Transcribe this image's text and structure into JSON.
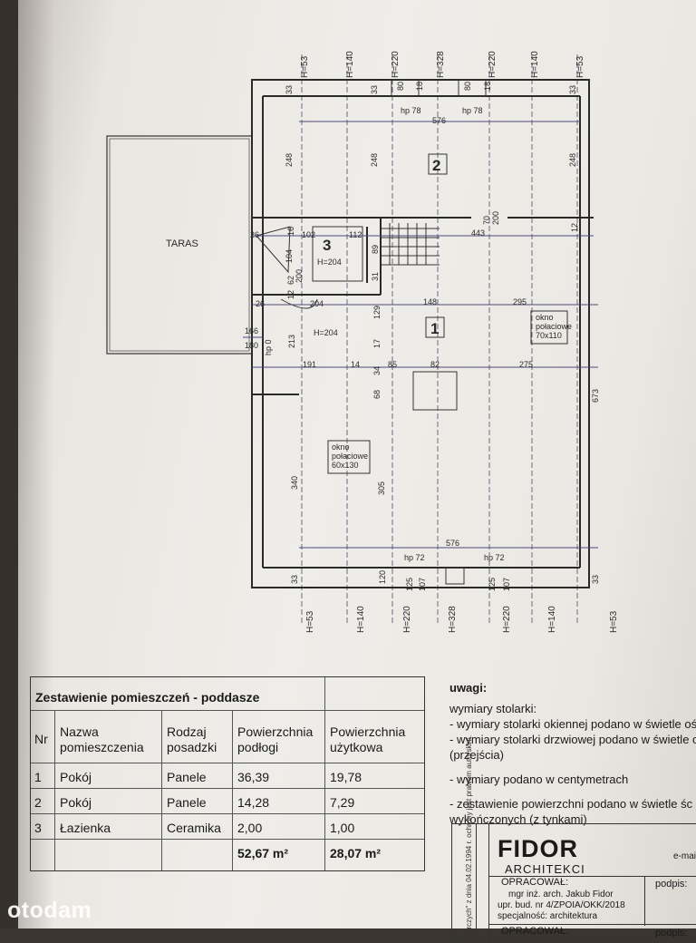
{
  "plan": {
    "heights_top": [
      "H=53",
      "H=140",
      "H=220",
      "H=328",
      "H=220",
      "H=140",
      "H=53"
    ],
    "heights_bottom": [
      "H=53",
      "H=140",
      "H=220",
      "H=328",
      "H=220",
      "H=140",
      "H=53"
    ],
    "taras": "TARAS",
    "room2_number": "2",
    "room1_number": "1",
    "room3_number": "3",
    "dims": {
      "d33a": "33",
      "d33b": "33",
      "d33c": "33",
      "d80a": "80",
      "d18a": "18",
      "d80b": "80",
      "d18b": "18",
      "hp78a": "hp 78",
      "hp78b": "hp 78",
      "d576top": "576",
      "d248a": "248",
      "d248b": "248",
      "d248c": "248",
      "d70": "70",
      "d200a": "200",
      "d443": "443",
      "d12a": "12",
      "d26a": "26",
      "d16": "16",
      "d102": "102",
      "d112": "112",
      "h204a": "H=204",
      "d104": "104",
      "d31": "31",
      "d89": "89",
      "d200b": "200",
      "d12b": "12",
      "d62": "62",
      "d26b": "26",
      "d204": "204",
      "d148": "148",
      "d295": "295",
      "d129": "129",
      "okno1": "okno\npołaciowe\n70x110",
      "h204b": "H=204",
      "d166": "166",
      "d180": "180",
      "hp0": "hp 0",
      "d213": "213",
      "d17": "17",
      "d191": "191",
      "d14": "14",
      "d34": "34",
      "d85": "85",
      "d82": "82",
      "d275": "275",
      "d68": "68",
      "d673": "673",
      "okno2": "okno\npołaciowe\n60x130",
      "d340": "340",
      "d305": "305",
      "d576bot": "576",
      "hp72a": "hp 72",
      "hp72b": "hp 72",
      "d33d": "33",
      "d120a": "120",
      "d125a": "125",
      "d107a": "107",
      "d125b": "125",
      "d107b": "107",
      "d33e": "33"
    }
  },
  "table": {
    "title": "Zestawienie pomieszczeń - poddasze",
    "headers": [
      "Nr",
      "Nazwa\npomieszczenia",
      "Rodzaj\nposadzki",
      "Powierzchnia\npodłogi",
      "Powierzchnia\nużytkowa"
    ],
    "rows": [
      [
        "1",
        "Pokój",
        "Panele",
        "36,39",
        "19,78"
      ],
      [
        "2",
        "Pokój",
        "Panele",
        "14,28",
        "7,29"
      ],
      [
        "3",
        "Łazienka",
        "Ceramika",
        "2,00",
        "1,00"
      ]
    ],
    "total_floor": "52,67 m²",
    "total_usable": "28,07 m²"
  },
  "notes": {
    "title": "uwagi:",
    "lines": [
      "wymiary stolarki:",
      "- wymiary stolarki okiennej podano w świetle ośc",
      "- wymiary stolarki drzwiowej podano w świetle o",
      "(przejścia)",
      "",
      "- wymiary podano w centymetrach",
      "",
      "- zestawienie powierzchni podano w świetle śc",
      "wykończonych (z tynkami)"
    ]
  },
  "stamp": {
    "logo": "FIDOR",
    "logo_sub": "ARCHITEKCI",
    "email_fragment": "e-mai",
    "vertical_text": "orczych\" z dnia 04.02.1994 r. ochrony jest prawem autorskim.",
    "opracowal": "OPRACOWAŁ:",
    "podpis": "podpis:",
    "author": "mgr inż. arch. Jakub Fidor",
    "license": "upr. bud. nr 4/ZPOIA/OKK/2018",
    "specialty": "specjalność: architektura",
    "opracowal2": "OPRACOWAŁ:",
    "podpis2": "podpis:"
  },
  "watermark": "otodam"
}
